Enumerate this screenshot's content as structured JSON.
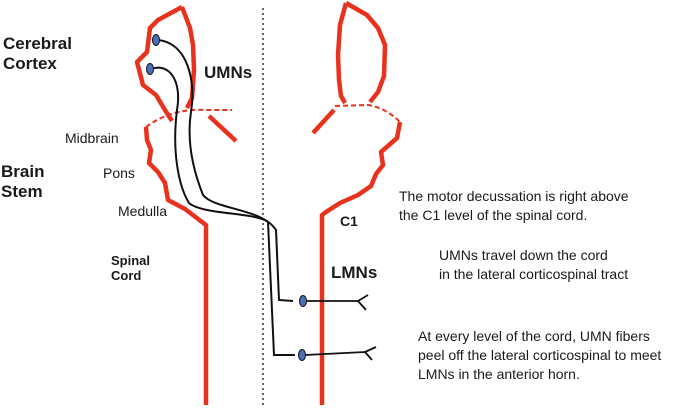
{
  "colors": {
    "structure": "#e8321e",
    "fiber": "#111111",
    "neuron": "#4a6fb8",
    "midline": "#333333"
  },
  "labels": {
    "cerebral_cortex_line1": "Cerebral",
    "cerebral_cortex_line2": "Cortex",
    "umns": "UMNs",
    "midbrain": "Midbrain",
    "brain_stem_line1": "Brain",
    "brain_stem_line2": "Stem",
    "pons": "Pons",
    "medulla": "Medulla",
    "spinal_cord_line1": "Spinal",
    "spinal_cord_line2": "Cord",
    "c1": "C1",
    "lmns": "LMNs"
  },
  "notes": {
    "decussation_line1": "The motor decussation is right above",
    "decussation_line2": "the C1 level of the spinal cord.",
    "tract_line1": "UMNs travel down the cord",
    "tract_line2": "in the lateral corticospinal tract",
    "horn_line1": "At every level of the cord, UMN fibers",
    "horn_line2": "peel off the lateral corticospinal to meet",
    "horn_line3": "LMNs in the anterior horn."
  }
}
